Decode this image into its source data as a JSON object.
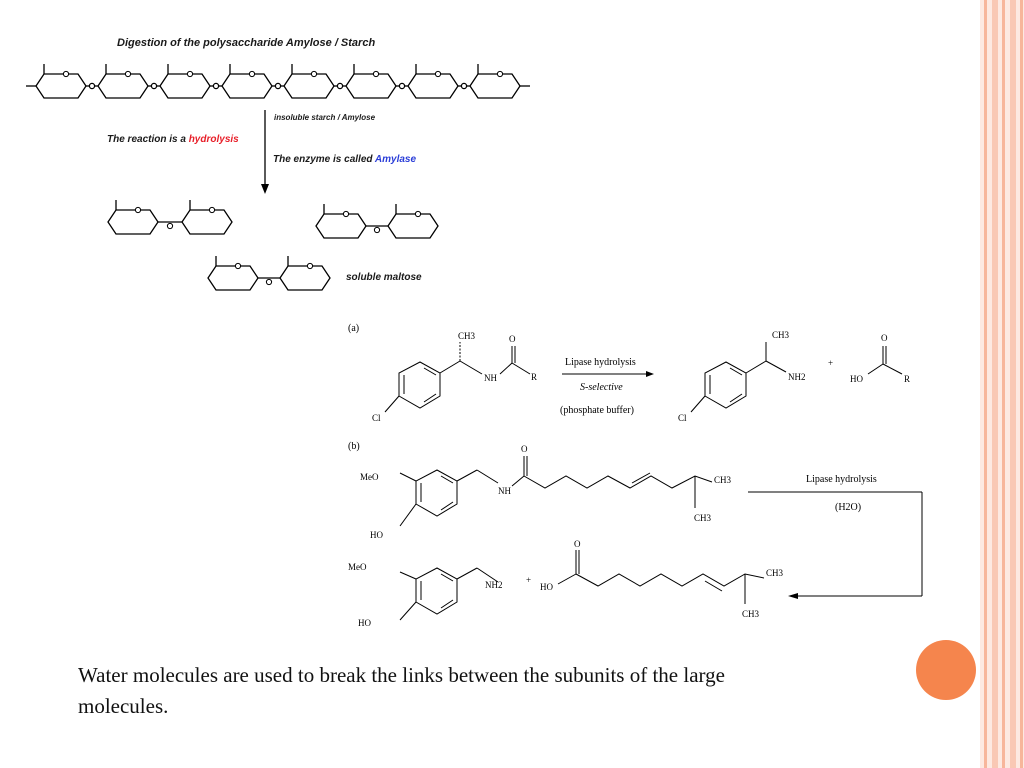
{
  "theme": {
    "accent": "#f5854d",
    "stripe_light": "#fbd5c6",
    "stripe_mid": "#f7b69b"
  },
  "amylose": {
    "title": "Digestion of the polysaccharide  Amylose / Starch",
    "arrow_label_top": "insoluble starch / Amylose",
    "reaction_prefix": "The reaction is a ",
    "reaction_word": "hydrolysis",
    "enzyme_prefix": "The enzyme is called ",
    "enzyme_word": "Amylase",
    "product_label": "soluble maltose"
  },
  "scheme_a": {
    "label": "(a)",
    "ch3": "CH3",
    "o": "O",
    "nh": "NH",
    "r": "R",
    "cl": "Cl",
    "arrow_line1": "Lipase hydrolysis",
    "arrow_line2": "S-selective",
    "arrow_line3": "(phosphate buffer)",
    "nh2": "NH2",
    "plus": "+",
    "ho": "HO"
  },
  "scheme_b": {
    "label": "(b)",
    "meo": "MeO",
    "ho": "HO",
    "o": "O",
    "nh": "NH",
    "ch3": "CH3",
    "arrow_line1": "Lipase hydrolysis",
    "arrow_line2": "(H2O)",
    "nh2": "NH2",
    "plus": "+"
  },
  "caption": "Water molecules are used to break the links between the subunits of the large molecules."
}
